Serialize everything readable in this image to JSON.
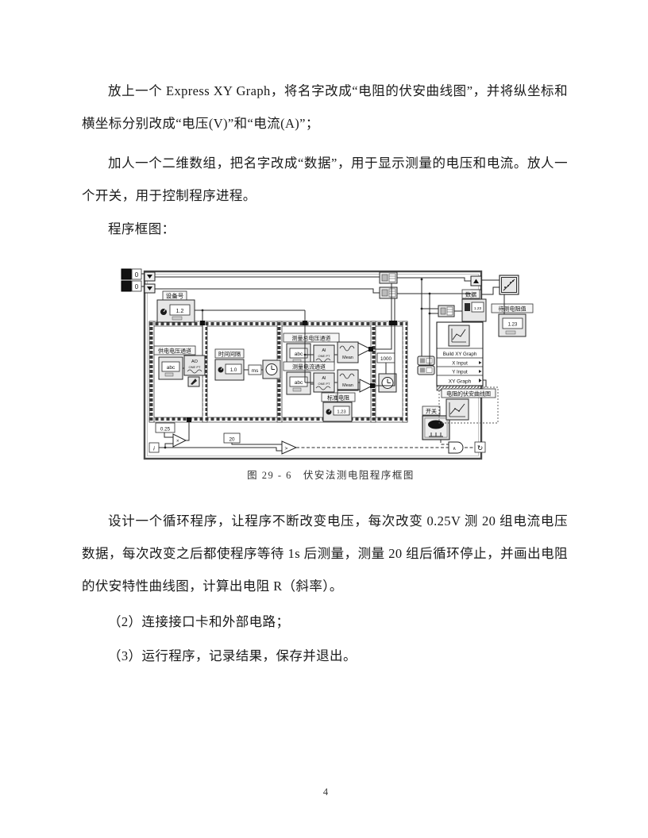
{
  "document": {
    "paragraphs": {
      "p1": "放上一个 Express XY Graph，将名字改成“电阻的伏安曲线图”，并将纵坐标和横坐标分别改成“电压(V)”和“电流(A)”；",
      "p2": "加人一个二维数组，把名字改成“数据”，用于显示测量的电压和电流。放人一个开关，用于控制程序进程。",
      "p3": "程序框图：",
      "p4": "设计一个循环程序，让程序不断改变电压，每次改变 0.25V 测 20 组电流电压数据，每次改变之后都使程序等待 1s 后测量，测量 20 组后循环停止，并画出电阻的伏安特性曲线图，计算出电阻 R（斜率）。",
      "p5": "（2）连接接口卡和外部电路；",
      "p6": "（3）运行程序，记录结果，保存并退出。"
    },
    "page_number": "4"
  },
  "figure": {
    "caption": "图 29 - 6　伏安法测电阻程序框图",
    "nodes": {
      "zero": "0",
      "device_label": "设备号",
      "device_value": "1.2",
      "supply_label": "供电电压通道",
      "abc": "abc",
      "ao1": "AO",
      "ao2": "ONE PT",
      "time_label": "时间间隔",
      "time_value": "1.0",
      "ms": "ms",
      "mv_label": "测量总电压通道",
      "mc_label": "测量电流通道",
      "ai1": "AI",
      "ai2": "ONE PT",
      "mean": "Mean",
      "res_std_label": "标准电阻",
      "res_std_value": "1.23",
      "c1000": "1000",
      "c025": "0.25",
      "c20": "20",
      "iter": "i",
      "mult": "×",
      "gt": ">",
      "and": "∧",
      "loop_glyph": "↻",
      "data_label": "数据",
      "data_value": "1.23",
      "bxy_title": "Build XY Graph",
      "x_input": "X Input",
      "y_input": "Y Input",
      "xy_graph": "XY Graph",
      "curve_label": "电阻的伏安曲线图",
      "res_label": "待测电阻值",
      "res_value": "1.23",
      "switch_label": "开关"
    }
  }
}
